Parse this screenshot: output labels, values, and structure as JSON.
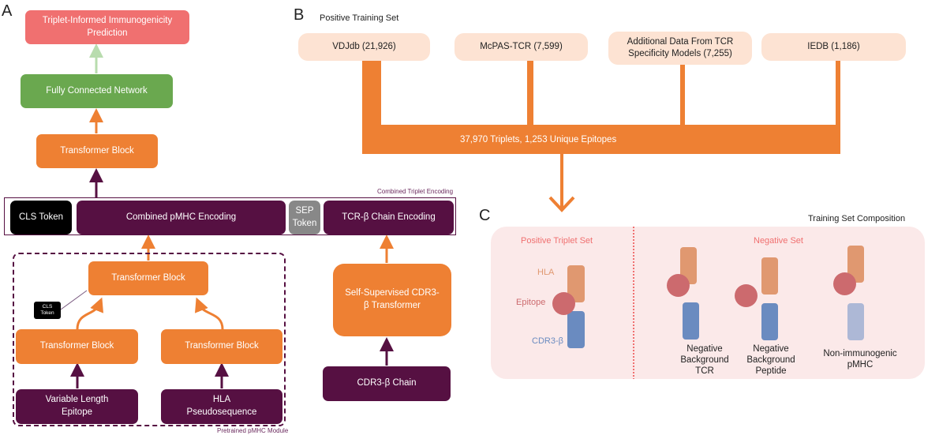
{
  "panel_a": {
    "label": "A",
    "prediction": "Triplet-Informed Immunogenicity Prediction",
    "fcn": "Fully Connected Network",
    "top_transformer": "Transformer Block",
    "encoding_caption": "Combined Triplet Encoding",
    "cls_token": "CLS Token",
    "pmhc_encoding": "Combined pMHC Encoding",
    "sep_token": "SEP Token",
    "tcr_encoding": "TCR-β Chain Encoding",
    "module_caption": "Pretrained pMHC Module",
    "pmhc_transformer": "Transformer Block",
    "small_cls": "CLS Token",
    "epitope_transformer": "Transformer Block",
    "hla_transformer": "Transformer Block",
    "epitope_input": "Variable Length Epitope",
    "hla_input": "HLA Pseudosequence",
    "cdr3_transformer": "Self-Supervised CDR3-β Transformer",
    "cdr3_input": "CDR3-β Chain"
  },
  "panel_b": {
    "label": "B",
    "title": "Positive Training Set",
    "sources": [
      "VDJdb (21,926)",
      "McPAS-TCR (7,599)",
      "Additional Data From TCR Specificity Models (7,255)",
      "IEDB (1,186)"
    ],
    "total": "37,970 Triplets, 1,253 Unique Epitopes"
  },
  "panel_c": {
    "label": "C",
    "title": "Training Set Composition",
    "positive_title": "Positive Triplet Set",
    "hla": "HLA",
    "epitope": "Epitope",
    "cdr3": "CDR3-β",
    "negative_title": "Negative Set",
    "neg1": "Negative Background TCR",
    "neg2": "Negative Background Peptide",
    "neg3": "Non-immunogenic pMHC"
  },
  "colors": {
    "orange": "#ee8033",
    "purple": "#561042",
    "green": "#6aa84f",
    "red": "#f07070",
    "hla": "#e09870",
    "epitope": "#cc6a6e",
    "cdr3": "#6a8bc0",
    "cdr3_faded": "#adb8d6",
    "panel_bg": "#fbe9e9"
  }
}
